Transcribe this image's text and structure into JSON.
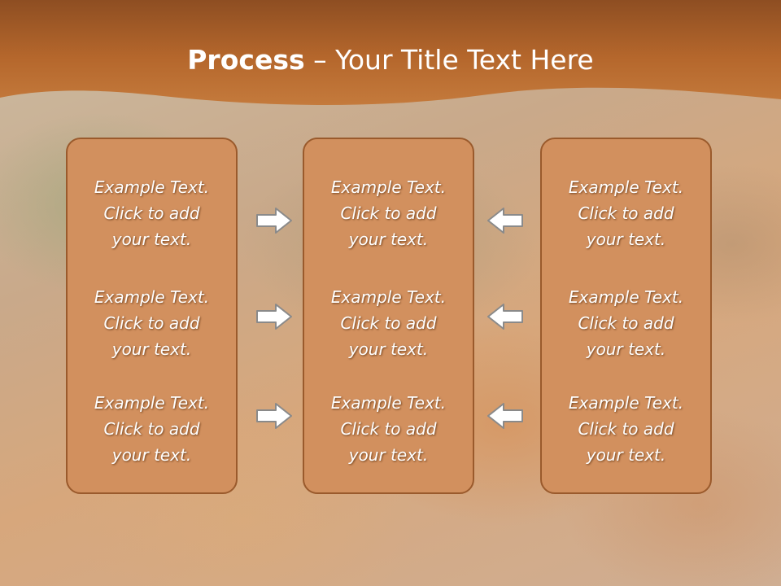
{
  "slide": {
    "title_bold": "Process",
    "title_sep": " – ",
    "title_rest": "Your Title Text Here"
  },
  "columns": [
    {
      "items": [
        {
          "line1": "Example Text.",
          "line2": "Click  to add",
          "line3": "your text."
        },
        {
          "line1": "Example Text.",
          "line2": "Click  to add",
          "line3": "your text."
        },
        {
          "line1": "Example Text.",
          "line2": "Click  to add",
          "line3": "your text."
        }
      ]
    },
    {
      "items": [
        {
          "line1": "Example Text.",
          "line2": "Click  to add",
          "line3": "your text."
        },
        {
          "line1": "Example Text.",
          "line2": "Click  to add",
          "line3": "your text."
        },
        {
          "line1": "Example Text.",
          "line2": "Click  to add",
          "line3": "your text."
        }
      ]
    },
    {
      "items": [
        {
          "line1": "Example Text.",
          "line2": "Click  to add",
          "line3": "your text."
        },
        {
          "line1": "Example Text.",
          "line2": "Click  to add",
          "line3": "your text."
        },
        {
          "line1": "Example Text.",
          "line2": "Click  to add",
          "line3": "your text."
        }
      ]
    }
  ],
  "arrows": {
    "left_group": "arrow-right-icon",
    "right_group": "arrow-left-icon"
  },
  "colors": {
    "header": "#b86a2e",
    "box_fill": "#d2905e",
    "box_border": "#9a5a2c",
    "text": "#ffffff"
  }
}
